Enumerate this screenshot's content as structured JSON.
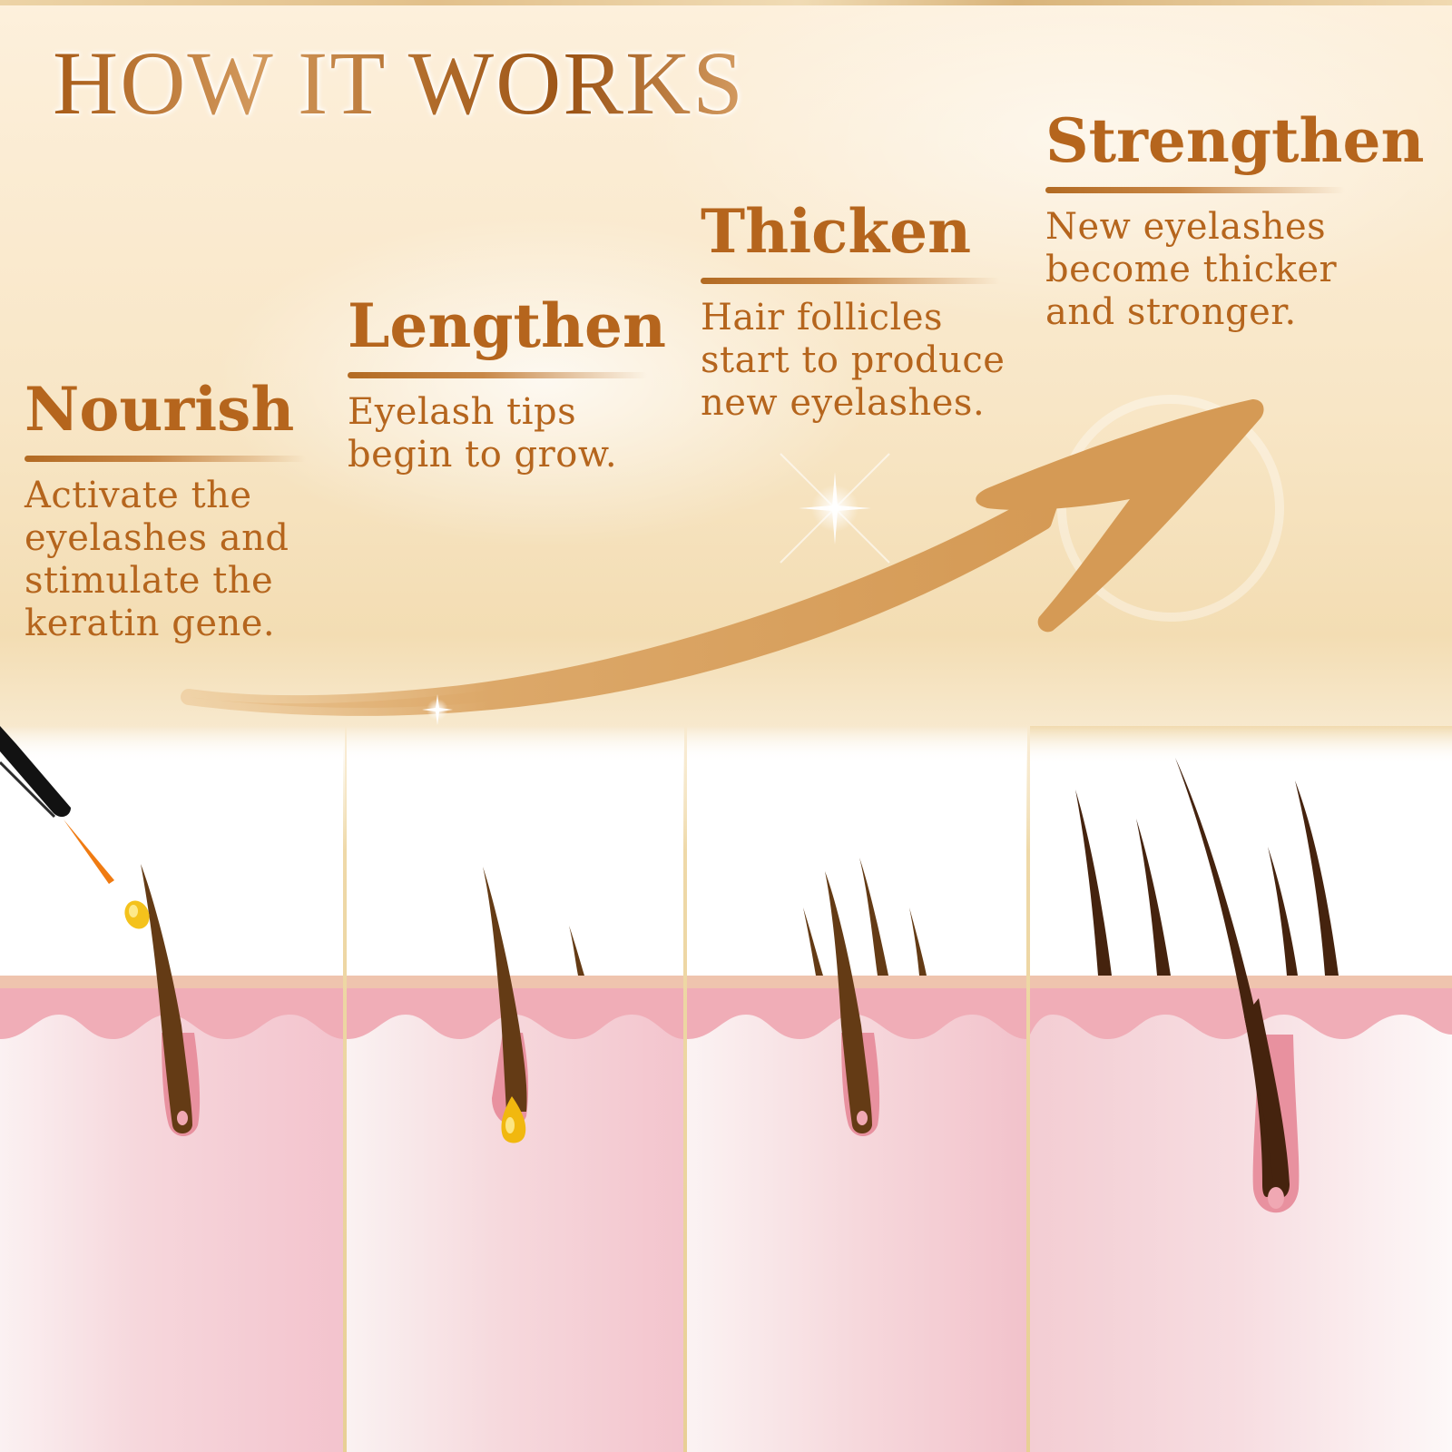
{
  "title": "HOW IT WORKS",
  "steps": [
    {
      "heading": "Nourish",
      "description_lines": [
        "Activate the",
        "eyelashes and",
        "stimulate the",
        "keratin gene."
      ]
    },
    {
      "heading": "Lengthen",
      "description_lines": [
        "Eyelash tips",
        "begin to grow."
      ]
    },
    {
      "heading": "Thicken",
      "description_lines": [
        "Hair follicles",
        "start to produce",
        "new eyelashes."
      ]
    },
    {
      "heading": "Strengthen",
      "description_lines": [
        "New eyelashes",
        "become thicker",
        "and stronger."
      ]
    }
  ],
  "illustrations": [
    {
      "stage": "Nourish",
      "icons": [
        "applicator-brush-icon",
        "serum-drop-icon",
        "single-lash-icon",
        "hair-follicle-icon"
      ]
    },
    {
      "stage": "Lengthen",
      "icons": [
        "long-lash-icon",
        "short-lash-icon",
        "golden-serum-bulb-icon"
      ]
    },
    {
      "stage": "Thicken",
      "icons": [
        "four-lashes-icon",
        "hair-follicle-icon"
      ]
    },
    {
      "stage": "Strengthen",
      "icons": [
        "five-lashes-icon",
        "deep-hair-follicle-icon"
      ]
    }
  ],
  "colors": {
    "text_brown": "#b5651d",
    "arrow": "#d9a05e",
    "lash": "#5a3416",
    "lash_dark": "#45230e",
    "skin_top": "#efc2a8",
    "skin_epidermis": "#f0adb7",
    "skin_dermis": "#f5d2d8",
    "divider": "#ead19c"
  }
}
